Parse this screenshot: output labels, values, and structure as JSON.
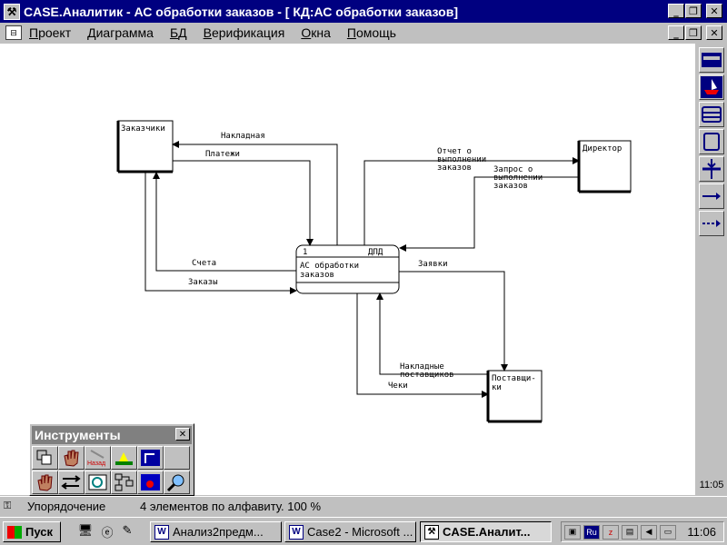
{
  "window": {
    "title": "CASE.Аналитик - АС обработки заказов - [ КД:АС обработки заказов]",
    "app_icon": "tool-app-icon"
  },
  "menu": [
    "Проект",
    "Диаграмма",
    "БД",
    "Верификация",
    "Окна",
    "Помощь"
  ],
  "diagram": {
    "entities": {
      "customers": "Заказчики",
      "director": "Директор",
      "suppliers_l1": "Поставщи-",
      "suppliers_l2": "ки"
    },
    "process": {
      "number": "1",
      "tag": "ДПД",
      "name_l1": "АС обработки",
      "name_l2": "заказов"
    },
    "flows": {
      "invoice": "Накладная",
      "payments": "Платежи",
      "bills": "Счета",
      "orders": "Заказы",
      "report_l1": "Отчет о",
      "report_l2": "выполнении",
      "report_l3": "заказов",
      "request_l1": "Запрос о",
      "request_l2": "выполнении",
      "request_l3": "заказов",
      "applications": "Заявки",
      "supplier_invoices_l1": "Накладные",
      "supplier_invoices_l2": "поставщиков",
      "receipts": "Чеки"
    }
  },
  "tools_window": {
    "title": "Инструменты",
    "back_label": "Назад"
  },
  "side_clock": "11:05",
  "status": {
    "mode": "Упорядочение",
    "message": "4 элементов по алфавиту. 100 %"
  },
  "taskbar": {
    "start": "Пуск",
    "tasks": [
      "Анализ2предм...",
      "Case2 - Microsoft ...",
      "CASE.Аналит..."
    ],
    "tray_lang": "Ru",
    "clock": "11:06"
  }
}
